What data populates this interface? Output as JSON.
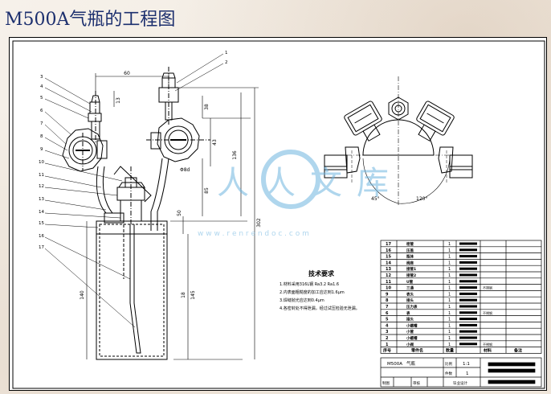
{
  "title": "M500A气瓶的工程图",
  "part_numbers": [
    "1",
    "2",
    "3",
    "4",
    "5",
    "6",
    "7",
    "8",
    "9",
    "10",
    "11",
    "12",
    "13",
    "14",
    "15",
    "16",
    "17"
  ],
  "dimensions": {
    "d60": "60",
    "d13": "13",
    "d38": "38",
    "d43": "43",
    "d136": "136",
    "d302": "302",
    "d85": "85",
    "d50": "50",
    "d140": "140",
    "d145": "145",
    "d18": "18",
    "phi8": "Φ8d",
    "a45": "45°",
    "a120": "120°"
  },
  "tech": {
    "heading": "技术要求",
    "lines": [
      "1.材料采用316L钢 Ra3.2 Ra1.6",
      "2.内表面粗糙度的加工应达到1.6μm",
      "3.焊缝抛光应达到0.4μm",
      "4.各密封处不得泄漏，经过试压检验无泄漏。"
    ]
  },
  "bom": {
    "rows": [
      {
        "no": "17",
        "name": "密管",
        "qty": "1",
        "mat": ""
      },
      {
        "no": "16",
        "name": "压盖",
        "qty": "1",
        "mat": ""
      },
      {
        "no": "15",
        "name": "瓶体",
        "qty": "1",
        "mat": ""
      },
      {
        "no": "14",
        "name": "阀座",
        "qty": "1",
        "mat": ""
      },
      {
        "no": "13",
        "name": "接管1",
        "qty": "1",
        "mat": ""
      },
      {
        "no": "12",
        "name": "接管2",
        "qty": "1",
        "mat": ""
      },
      {
        "no": "11",
        "name": "U管",
        "qty": "1",
        "mat": ""
      },
      {
        "no": "10",
        "name": "三通",
        "qty": "1",
        "mat": "不锈钢"
      },
      {
        "no": "9",
        "name": "表头",
        "qty": "1",
        "mat": ""
      },
      {
        "no": "8",
        "name": "接头",
        "qty": "1",
        "mat": ""
      },
      {
        "no": "7",
        "name": "压力表",
        "qty": "1",
        "mat": ""
      },
      {
        "no": "6",
        "name": "表",
        "qty": "1",
        "mat": "不锈钢"
      },
      {
        "no": "5",
        "name": "接头",
        "qty": "1",
        "mat": ""
      },
      {
        "no": "4",
        "name": "小螺帽",
        "qty": "1",
        "mat": ""
      },
      {
        "no": "3",
        "name": "小管",
        "qty": "1",
        "mat": ""
      },
      {
        "no": "2",
        "name": "小螺帽",
        "qty": "1",
        "mat": ""
      },
      {
        "no": "1",
        "name": "小阀",
        "qty": "1",
        "mat": "不锈钢"
      }
    ],
    "header": {
      "no": "序号",
      "name": "零件名",
      "qty": "数量",
      "mat": "材料",
      "note": "备注"
    }
  },
  "titleblock": {
    "part": "M500A",
    "name": "气瓶",
    "scale_label": "比例",
    "scale": "1:1",
    "sheet_label": "件数",
    "sheet": "1",
    "drawn_label": "制图",
    "check_label": "审核",
    "school": "毕业设计"
  },
  "watermark": {
    "brand": "人人文库",
    "url": "w w w . r e n r e n d o c . c o m"
  },
  "colors": {
    "title": "#1c2f6e",
    "watermark": "#6fb5e0",
    "ink": "#000000"
  }
}
